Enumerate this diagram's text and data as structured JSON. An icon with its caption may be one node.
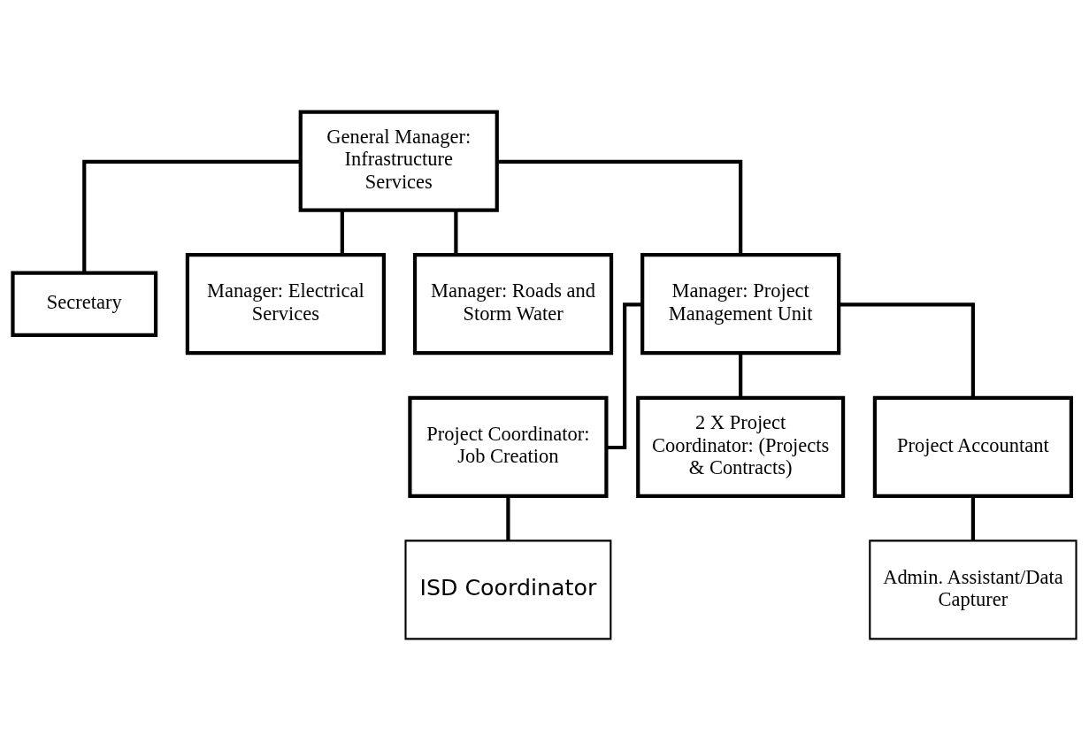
{
  "diagram": {
    "nodes": [
      {
        "text": [
          "General Manager: Infrastructure Services"
        ]
      },
      {
        "text": [
          "Secretary"
        ]
      },
      {
        "text": [
          "Manager: Electrical Services"
        ]
      },
      {
        "text": [
          "Manager: Roads and Storm Water"
        ]
      },
      {
        "text": [
          "Manager: Project Management Unit"
        ]
      },
      {
        "text": [
          "Project Coordinator: Job Creation"
        ]
      },
      {
        "text": [
          "2 X Project Coordinator: (Projects & Contracts)"
        ]
      },
      {
        "text": [
          "Project Accountant"
        ]
      },
      {
        "text": [
          "ISD Coordinator"
        ]
      },
      {
        "text": [
          "Admin. Assistant/Data Capturer"
        ]
      }
    ],
    "edges": [
      {
        "from": 0,
        "to": 1,
        "arrow": "none"
      },
      {
        "from": 0,
        "to": 2,
        "arrow": "none"
      },
      {
        "from": 0,
        "to": 3,
        "arrow": "none"
      },
      {
        "from": 0,
        "to": 4,
        "arrow": "none"
      },
      {
        "from": 4,
        "to": 5,
        "arrow": "none"
      },
      {
        "from": 4,
        "to": 6,
        "arrow": "none"
      },
      {
        "from": 4,
        "to": 7,
        "arrow": "none"
      },
      {
        "from": 5,
        "to": 8,
        "arrow": "none"
      },
      {
        "from": 7,
        "to": 9,
        "arrow": "none"
      }
    ]
  }
}
